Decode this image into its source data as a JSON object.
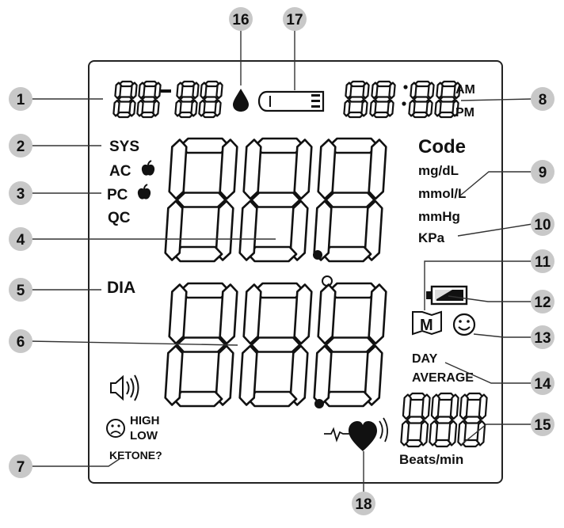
{
  "display": {
    "date_digits": "88-88",
    "time_digits": "88:88",
    "am_label": "AM",
    "pm_label": "PM",
    "sys_label": "SYS",
    "ac_label": "AC",
    "pc_label": "PC",
    "qc_label": "QC",
    "dia_label": "DIA",
    "code_label": "Code",
    "units": [
      "mg/dL",
      "mmol/L",
      "mmHg",
      "KPa"
    ],
    "upper_reading": "88.8",
    "lower_reading": "88.8",
    "memory_letter": "M",
    "day_label": "DAY",
    "average_label": "AVERAGE",
    "pulse_digits": "188",
    "pulse_unit": "Beats/min",
    "high_label": "HIGH",
    "low_label": "LOW",
    "ketone_label": "KETONE?",
    "icons": [
      "blood-drop-icon",
      "test-strip-icon",
      "battery-icon",
      "smiley-face-icon",
      "sad-face-icon",
      "speaker-icon",
      "memory-book-icon",
      "heart-icon",
      "apple-icon"
    ]
  },
  "callouts": [
    "1",
    "2",
    "3",
    "4",
    "5",
    "6",
    "7",
    "8",
    "9",
    "10",
    "11",
    "12",
    "13",
    "14",
    "15",
    "16",
    "17",
    "18"
  ],
  "colors": {
    "marker_fill": "#c8c8c8",
    "marker_text": "#111111",
    "segment_stroke": "#111111"
  }
}
